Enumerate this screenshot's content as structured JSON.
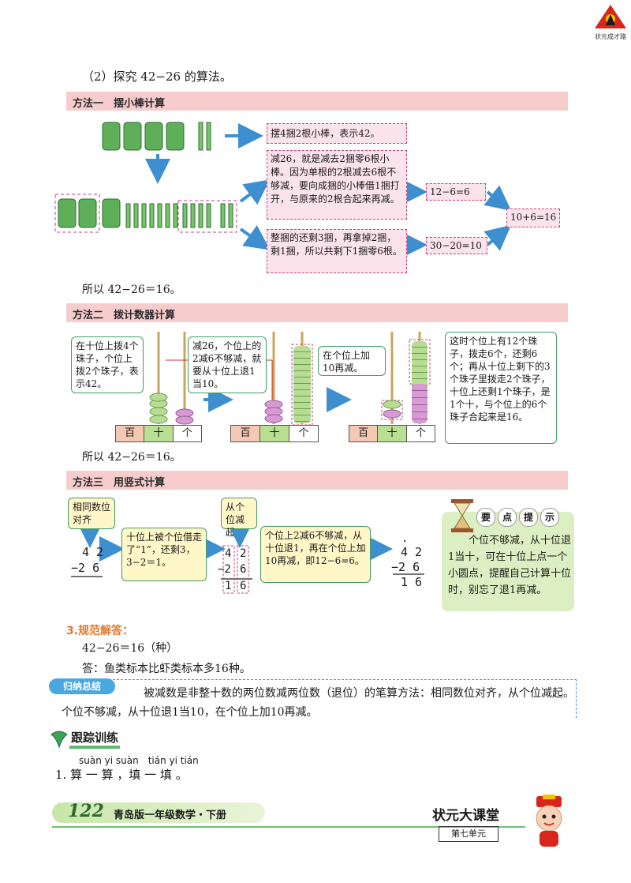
{
  "corner_logo": "状元成才路",
  "heading2": "（2）探究 42−26 的算法。",
  "method1": {
    "title": "方法一　摆小棒计算",
    "box1": "摆4捆2根小棒，表示42。",
    "box2": "减26，就是减去2捆零6根小棒。因为单根的2根减去6根不够减，要向成捆的小棒借1捆打开，与原来的2根合起来再减。",
    "box3": "整捆的还剩3捆，再拿掉2捆，剩1捆，所以共剩下1捆零6根。",
    "eq1": "12−6=6",
    "eq2": "30−20=10",
    "eq3": "10+6=16",
    "so": "所以 42−26＝16。"
  },
  "method2": {
    "title": "方法二　拨计数器计算",
    "bubble1": "在十位上拨4个珠子，个位上拨2个珠子，表示42。",
    "bubble2": "减26，个位上的2减6不够减，就要从十位上退1当10。",
    "bubble3": "在个位上加10再减。",
    "bubble4": "这时个位上有12个珠子，拨走6个，还剩6个；再从十位上剩下的3个珠子里拨走2个珠子，十位上还剩1个珠子，是1个十，与个位上的6个珠子合起来是16。",
    "place_labels": [
      "百",
      "十",
      "个"
    ],
    "so": "所以 42−26＝16。"
  },
  "method3": {
    "title": "方法三　用竖式计算",
    "tag1": "相同数位对齐",
    "tag2": "从个位减起",
    "box1": "十位上被个位借走了“1”，还剩3，3−2＝1。",
    "box2": "个位上2减6不够减，从十位退1，再在个位上加10再减，即12−6=6。",
    "calc1": {
      "top": "4 2",
      "bottom": "−2 6"
    },
    "calc2": {
      "top": [
        "4",
        "2"
      ],
      "bottom": [
        "−2",
        "6"
      ],
      "result": [
        "1",
        "6"
      ]
    },
    "calc3": {
      "dot": "·",
      "top": "4 2",
      "bottom": "−2 6",
      "result": "1 6"
    },
    "tips_chars": [
      "要",
      "点",
      "提",
      "示"
    ],
    "tips_text": "个位不够减，从十位退1当十，可在十位上点一个小圆点，提醒自己计算十位时，别忘了退1再减。"
  },
  "answer": {
    "heading": "3.规范解答：",
    "line1": "42−26＝16（种）",
    "line2": "答：鱼类标本比虾类标本多16种。"
  },
  "summary": {
    "badge": "归纳总结",
    "text": "被减数是非整十数的两位数减两位数（退位）的笔算方法：相同数位对齐，从个位减起。个位不够减，从十位退1当10，在个位上加10再减。"
  },
  "practice": {
    "badge": "跟踪训练",
    "pinyin": "suàn yi suàn　tián yi tián",
    "question": "1. 算 一 算 ，填 一 填 。"
  },
  "footer": {
    "page_number": "122",
    "book": "青岛版一年级数学・下册",
    "brand": "状元大课堂",
    "unit": "第七单元"
  }
}
